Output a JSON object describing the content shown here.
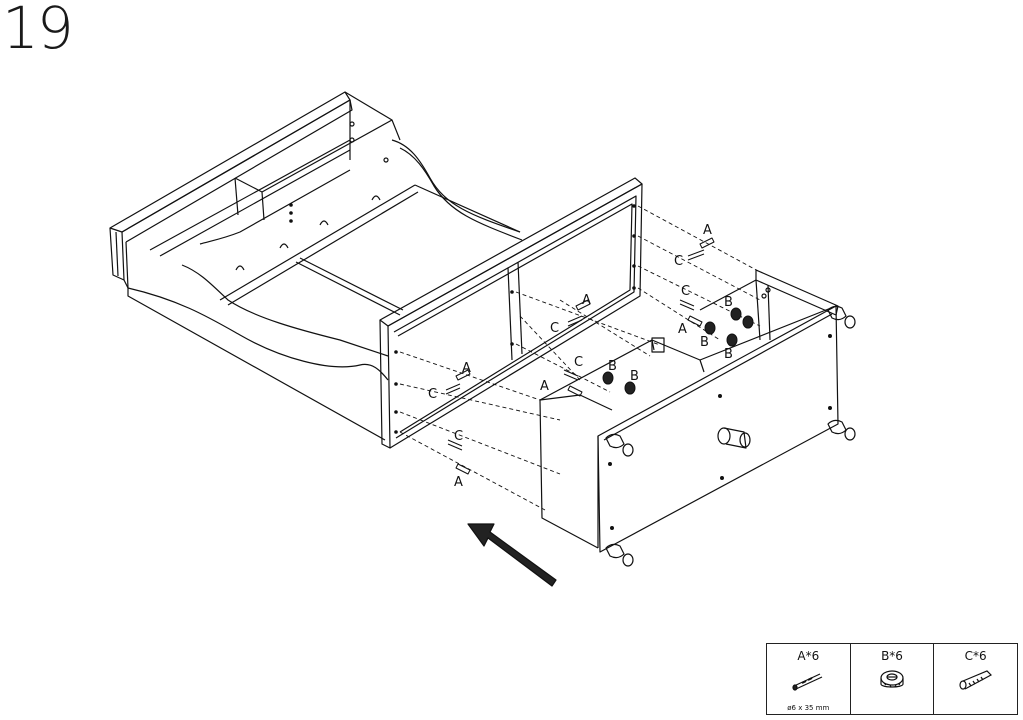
{
  "step": {
    "number": "19"
  },
  "labels": {
    "a": "A",
    "b": "B",
    "c": "C"
  },
  "parts": [
    {
      "title": "A*6",
      "size": "ø6 x 35 mm",
      "icon": "dowel-icon"
    },
    {
      "title": "B*6",
      "size": "",
      "icon": "cam-lock-icon"
    },
    {
      "title": "C*6",
      "size": "",
      "icon": "cam-bolt-icon"
    }
  ]
}
